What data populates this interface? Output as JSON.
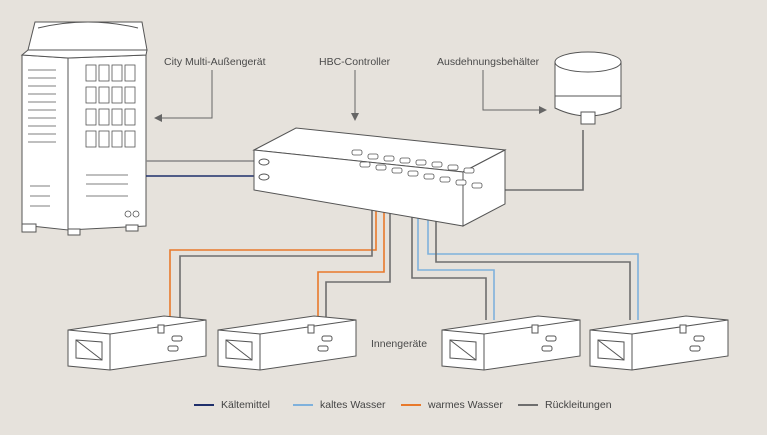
{
  "labels": {
    "outdoor_unit": "City Multi-Außengerät",
    "hbc_controller": "HBC-Controller",
    "expansion_tank": "Ausdehnungsbehälter",
    "indoor_units": "Innengeräte"
  },
  "legend": [
    {
      "label": "Kältemittel",
      "color": "#1f2f6b"
    },
    {
      "label": "kaltes Wasser",
      "color": "#7fb1dc"
    },
    {
      "label": "warmes Wasser",
      "color": "#e8792b"
    },
    {
      "label": "Rückleitungen",
      "color": "#6e6e6e"
    }
  ],
  "icons": [
    "outdoor-unit-icon",
    "hbc-controller-icon",
    "expansion-tank-icon",
    "indoor-unit-icon"
  ]
}
